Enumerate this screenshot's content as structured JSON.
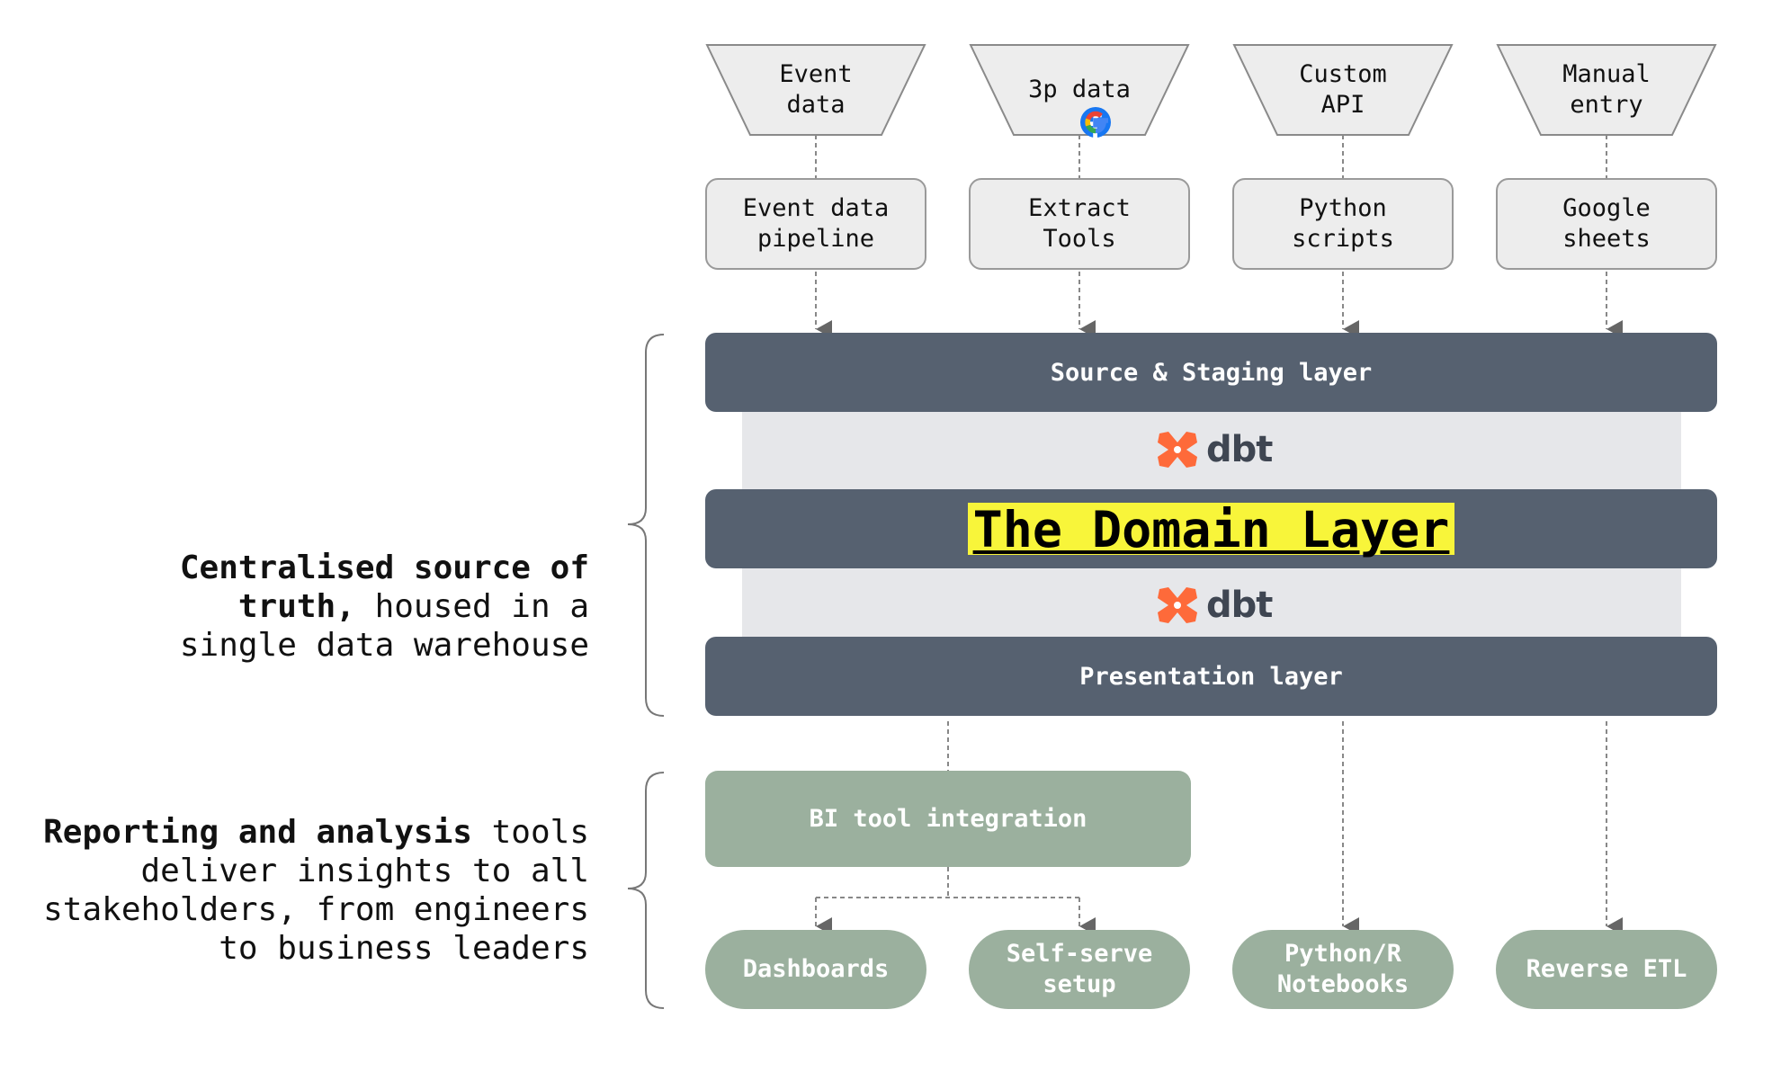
{
  "sources": [
    {
      "label": "Event\ndata"
    },
    {
      "label": "3p data",
      "logos": [
        "facebook-logo",
        "google-logo"
      ]
    },
    {
      "label": "Custom\nAPI"
    },
    {
      "label": "Manual\nentry"
    }
  ],
  "ingestion": [
    {
      "label": "Event data\npipeline"
    },
    {
      "label": "Extract\nTools"
    },
    {
      "label": "Python\nscripts"
    },
    {
      "label": "Google\nsheets"
    }
  ],
  "warehouse": {
    "source_layer": "Source & Staging layer",
    "dbt_label": "dbt",
    "domain_layer": "The Domain Layer",
    "presentation_layer": "Presentation layer"
  },
  "reporting": {
    "bi_tool": "BI tool integration",
    "outputs": [
      {
        "label": "Dashboards"
      },
      {
        "label": "Self-serve\nsetup"
      },
      {
        "label": "Python/R\nNotebooks"
      },
      {
        "label": "Reverse ETL"
      }
    ]
  },
  "annotations": {
    "warehouse_bold": "Centralised source of truth,",
    "warehouse_rest": " housed in a single data warehouse",
    "reporting_bold": "Reporting and analysis",
    "reporting_rest": " tools deliver insights to all stakeholders, from engineers to business leaders"
  },
  "colors": {
    "layer": "#566170",
    "warehouse_bg": "#e6e7ea",
    "highlight": "#f8f53a",
    "reporting": "#9bb09e",
    "dbt_accent": "#fe6a3a"
  }
}
